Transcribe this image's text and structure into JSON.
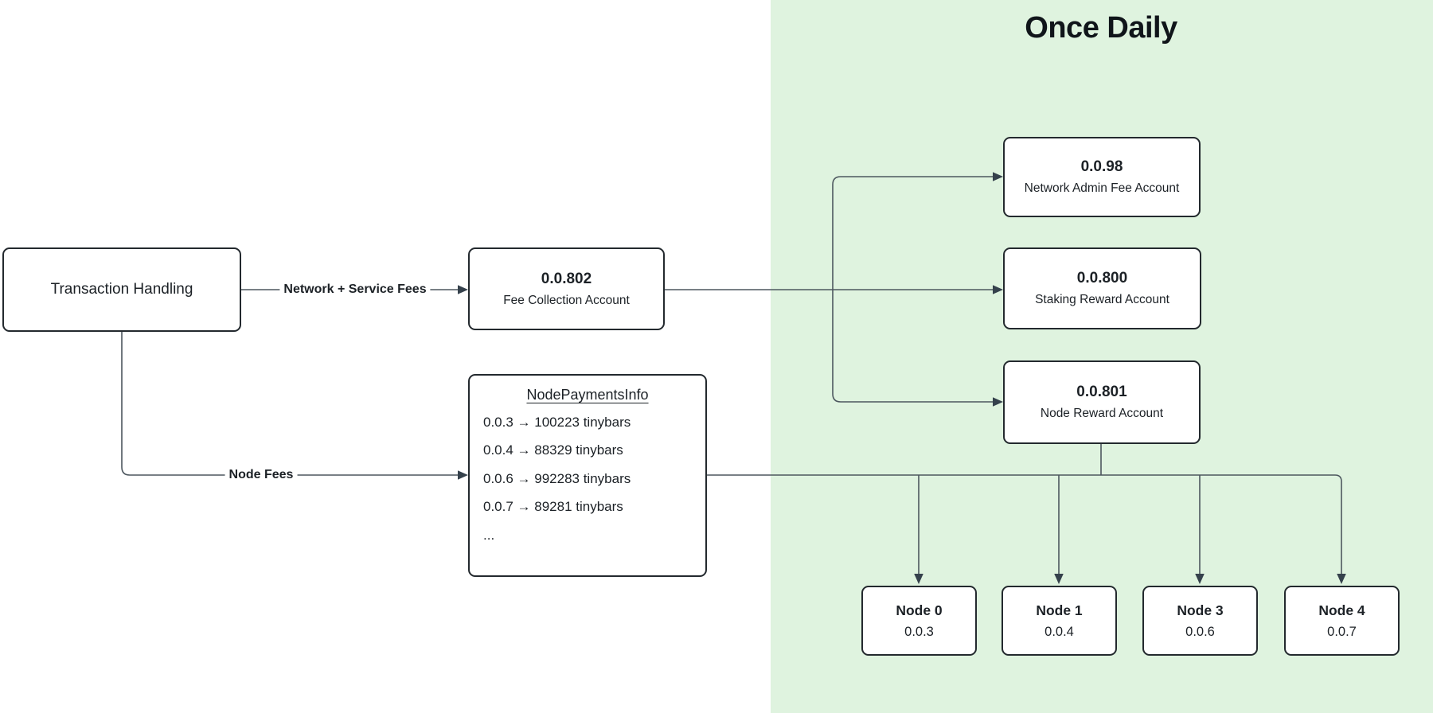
{
  "heading": {
    "label": "Once Daily"
  },
  "colors": {
    "panel_green": "#dff3df",
    "line": "#4d575f",
    "arrowhead": "#35414c",
    "box_border": "#23292e",
    "text": "#1c2126"
  },
  "edge_labels": {
    "network_service_fees": "Network + Service Fees",
    "node_fees": "Node Fees"
  },
  "nodes": {
    "transaction_handling": {
      "label": "Transaction Handling"
    },
    "fee_collection": {
      "id": "0.0.802",
      "label": "Fee Collection Account"
    },
    "node_payments_info": {
      "title": "NodePaymentsInfo",
      "entries": [
        "0.0.3 → 100223 tinybars",
        "0.0.4 → 88329 tinybars",
        "0.0.6 → 992283 tinybars",
        "0.0.7 → 89281 tinybars",
        "..."
      ]
    },
    "network_admin_fee": {
      "id": "0.0.98",
      "label": "Network Admin Fee Account"
    },
    "staking_reward": {
      "id": "0.0.800",
      "label": "Staking Reward Account"
    },
    "node_reward": {
      "id": "0.0.801",
      "label": "Node Reward Account"
    },
    "node_0": {
      "name": "Node 0",
      "account": "0.0.3"
    },
    "node_1": {
      "name": "Node 1",
      "account": "0.0.4"
    },
    "node_3": {
      "name": "Node 3",
      "account": "0.0.6"
    },
    "node_4": {
      "name": "Node 4",
      "account": "0.0.7"
    }
  }
}
